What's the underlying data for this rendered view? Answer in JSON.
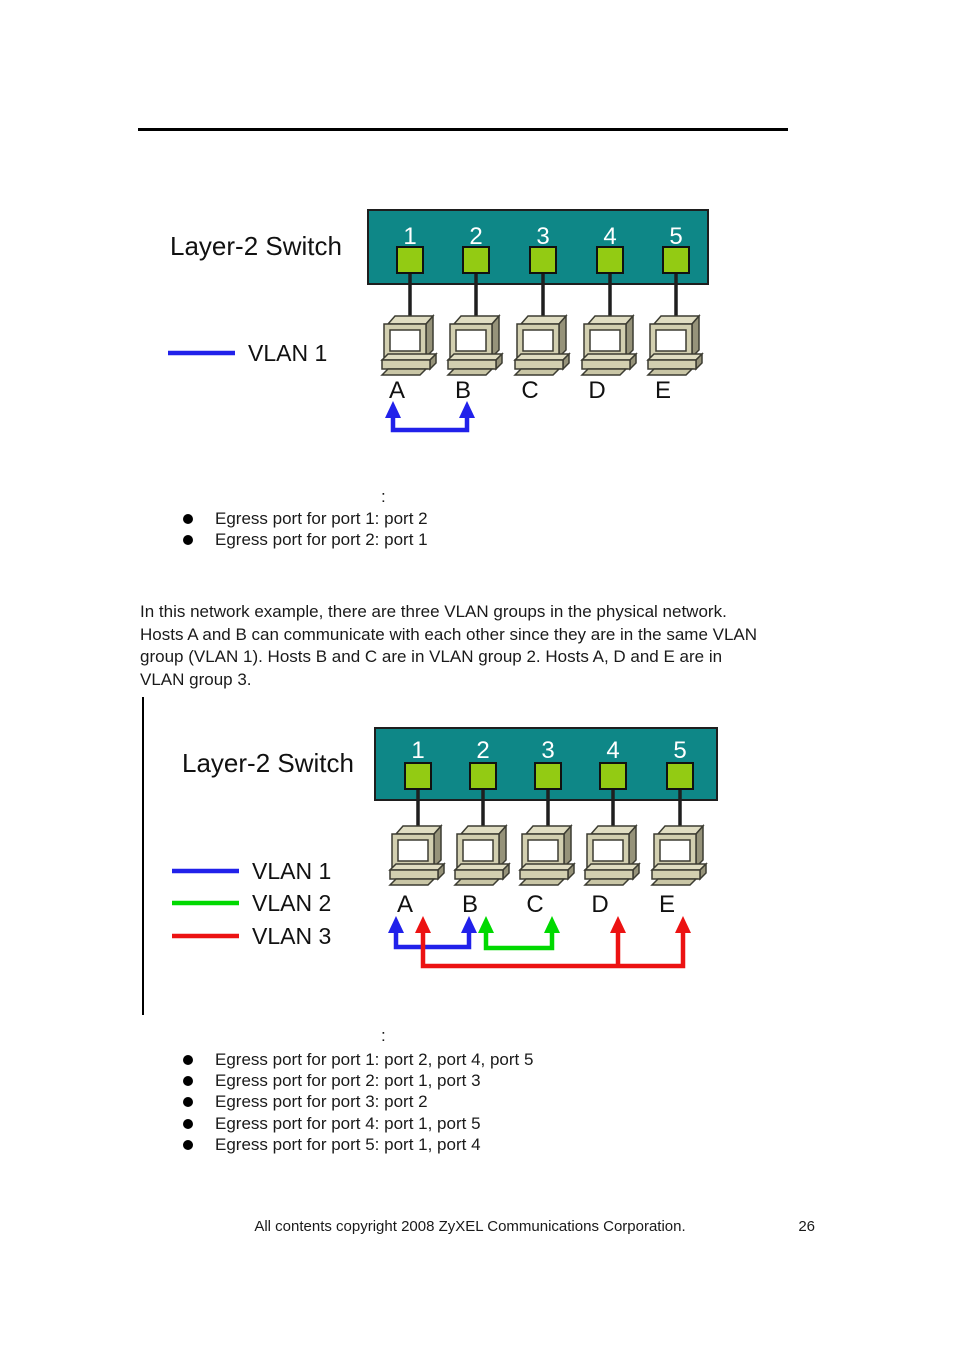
{
  "colors": {
    "switch_teal": "#0e8787",
    "port_green": "#93cb13",
    "vlan1_blue": "#2121ea",
    "vlan2_green": "#00d900",
    "vlan3_red": "#ec1212",
    "pc_front": "#d2cfb0",
    "pc_light": "#e0ddc2",
    "pc_dark": "#96937a",
    "pc_foot": "#c9c6a6"
  },
  "diagram1": {
    "switch_label": "Layer-2 Switch",
    "ports": [
      "1",
      "2",
      "3",
      "4",
      "5"
    ],
    "hosts": [
      "A",
      "B",
      "C",
      "D",
      "E"
    ],
    "legend": [
      {
        "label": "VLAN 1",
        "color": "#2121ea"
      }
    ]
  },
  "list1": {
    "heading": ":",
    "items": [
      "Egress port for port 1: port 2",
      "Egress port for port 2: port 1"
    ]
  },
  "paragraph_lines": [
    "In this network example, there are three VLAN groups in the physical network.",
    "Hosts A and B can communicate with each other since they are in the same VLAN",
    "group (VLAN 1). Hosts B and C are in VLAN group 2. Hosts A, D and E are in",
    "VLAN group 3."
  ],
  "diagram2": {
    "switch_label": "Layer-2 Switch",
    "ports": [
      "1",
      "2",
      "3",
      "4",
      "5"
    ],
    "hosts": [
      "A",
      "B",
      "C",
      "D",
      "E"
    ],
    "legend": [
      {
        "label": "VLAN 1",
        "color": "#2121ea"
      },
      {
        "label": "VLAN 2",
        "color": "#00d900"
      },
      {
        "label": "VLAN 3",
        "color": "#ec1212"
      }
    ]
  },
  "list2": {
    "heading": ":",
    "items": [
      "Egress port for port 1: port 2, port 4, port 5",
      "Egress port for port 2: port 1, port 3",
      "Egress port for port 3: port 2",
      "Egress port for port 4: port 1, port 5",
      "Egress port for port 5: port 1, port 4"
    ]
  },
  "footer": {
    "copyright": "All contents copyright 2008 ZyXEL Communications Corporation.",
    "page_number": "26"
  }
}
